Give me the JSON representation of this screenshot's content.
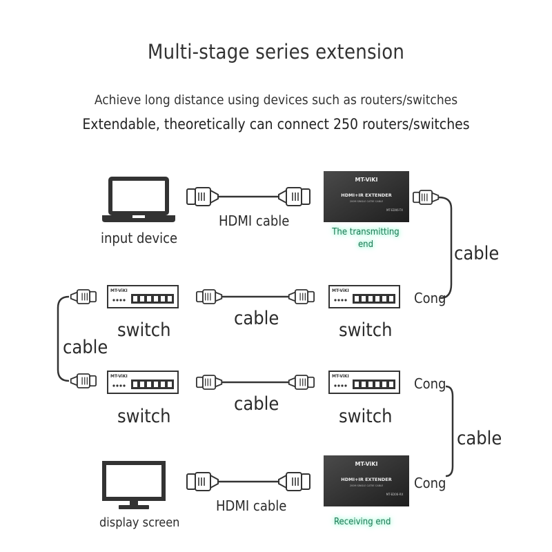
{
  "title": "Multi-stage series extension",
  "subtitle_1": "Achieve long distance using devices such as routers/switches",
  "subtitle_2": "Extendable, theoretically can connect 250 routers/switches",
  "devices": {
    "input_device_label": "input device",
    "display_screen_label": "display screen",
    "transmitter": {
      "brand": "MT-ViKI",
      "product": "HDMI+IR EXTENDER",
      "spec": "200M SINGLE CAT5E CABLE",
      "model": "MT-ED06-TX",
      "caption": "The transmitting end"
    },
    "receiver": {
      "brand": "MT-ViKI",
      "product": "HDMI+IR EXTENDER",
      "spec": "200M SINGLE CAT5E CABLE",
      "model": "MT-ED06-RX",
      "caption": "Receiving end"
    },
    "switch_brand": "MT-ViKI",
    "switch_label": "switch"
  },
  "cables": {
    "hdmi_cable_label": "HDMI cable",
    "cable_label": "cable",
    "cong_label": "Cong"
  }
}
